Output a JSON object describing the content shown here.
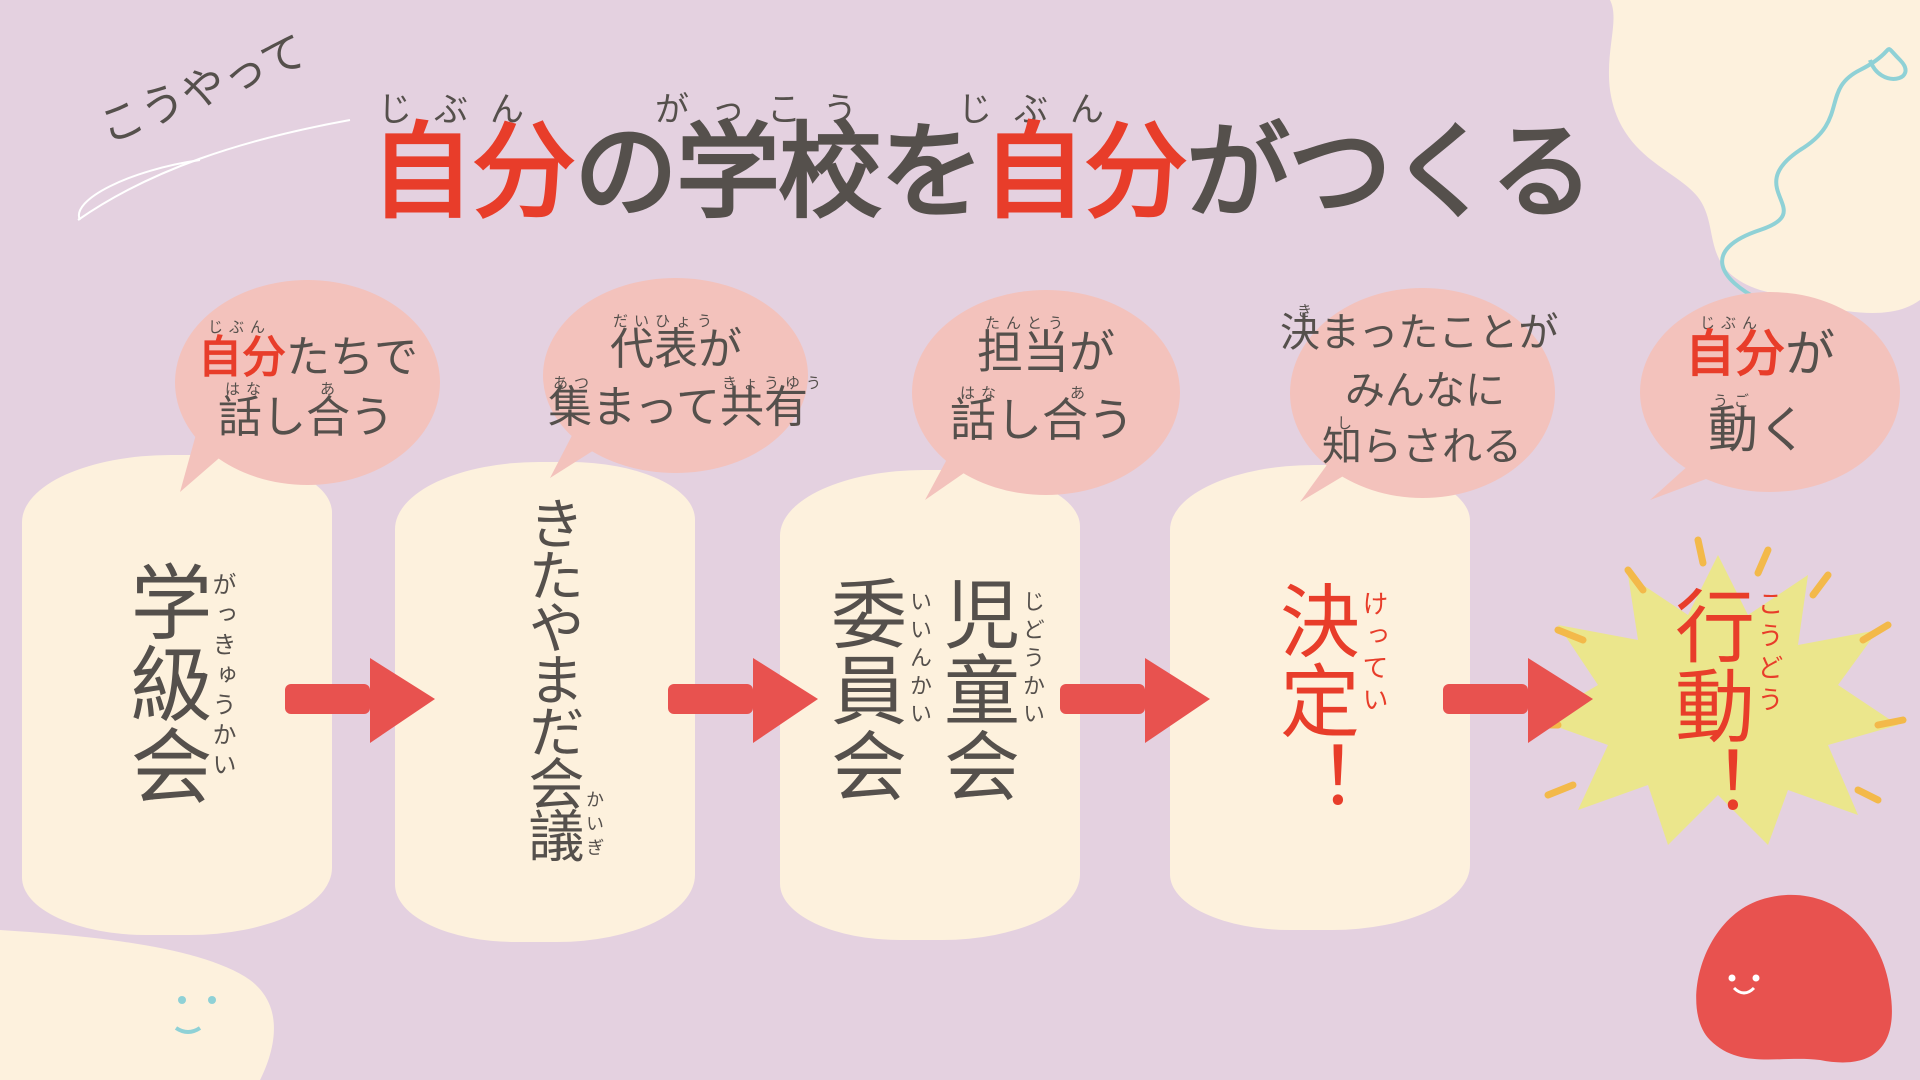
{
  "title": {
    "kicker": "こうやって",
    "part1": "自分",
    "part2": "の学校を",
    "part3": "自分",
    "part4": "がつくる",
    "ruby1": "じぶん",
    "ruby2": "がっこう",
    "ruby3": "じぶん"
  },
  "steps": [
    {
      "bubble_red": "自分",
      "bubble_line1_rest": "たちで",
      "bubble_line2": "話し合う",
      "bubble_ruby1": "じぶん",
      "bubble_ruby2": "はな",
      "bubble_ruby3": "あ",
      "card_text": "学級会",
      "card_ruby": "がっきゅうかい"
    },
    {
      "bubble_line1": "代表が",
      "bubble_line2": "集まって共有",
      "bubble_ruby1": "だいひょう",
      "bubble_ruby2": "あつ",
      "bubble_ruby3": "きょうゆう",
      "card_text": "きたやまだ会議",
      "card_ruby": "かいぎ"
    },
    {
      "bubble_line1": "担当が",
      "bubble_line2": "話し合う",
      "bubble_ruby1": "たんとう",
      "bubble_ruby2": "はな",
      "bubble_ruby3": "あ",
      "card_col1": "児童会",
      "card_col2": "委員会",
      "card_ruby1": "じどうかい",
      "card_ruby2": "いいんかい"
    },
    {
      "bubble_line1": "決まったことが",
      "bubble_line2": "みんなに",
      "bubble_line3": "知らされる",
      "bubble_ruby1": "き",
      "bubble_ruby2": "し",
      "card_text": "決定！",
      "card_ruby": "けってい"
    },
    {
      "bubble_red": "自分",
      "bubble_line1_rest": "が",
      "bubble_line2": "動く",
      "bubble_ruby1": "じぶん",
      "bubble_ruby2": "うご",
      "card_text": "行動！",
      "card_ruby": "こうどう"
    }
  ],
  "colors": {
    "background": "#e4d1e0",
    "accent_red": "#e83d2a",
    "arrow": "#e8524f",
    "bubble": "#f3c2bc",
    "card": "#fdf1dd",
    "text": "#55504c",
    "burst": "#ebe68c"
  }
}
